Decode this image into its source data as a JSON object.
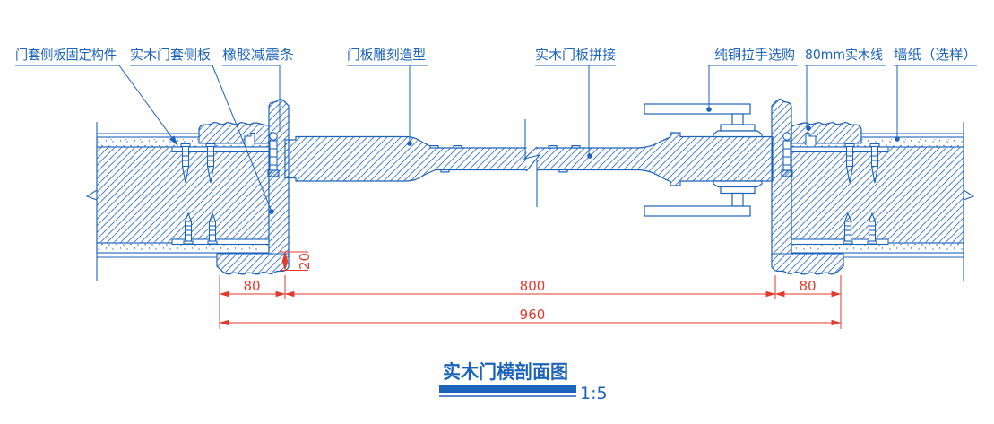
{
  "drawing": {
    "callouts": {
      "frame_fixing": "门套侧板固定构件",
      "frame_side_panel": "实木门套侧板",
      "rubber_strip": "橡胶减震条",
      "carved_panel": "门板雕刻造型",
      "panel_splice": "实木门板拼接",
      "copper_handle": "纯铜拉手选购",
      "wood_trim": "80mm实木线",
      "wallpaper": "墙纸（选样）"
    },
    "dimensions": {
      "left_jamb": "80",
      "door_opening": "800",
      "right_jamb": "80",
      "overall": "960",
      "trim_thickness": "20"
    },
    "title": "实木门横剖面图",
    "scale": "1:5",
    "colors": {
      "line_blue": "#1c63bb",
      "dimension_red": "#e23b2e"
    }
  }
}
